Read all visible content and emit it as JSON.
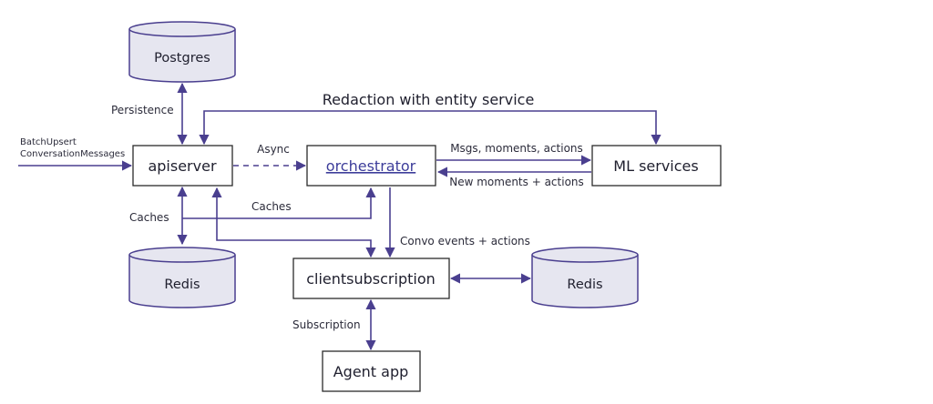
{
  "colors": {
    "line": "#4a3f8f",
    "box_stroke": "#2b2b2b",
    "db_fill": "#e6e6f0",
    "db_stroke": "#4a3f8f",
    "link": "#3d3d9a"
  },
  "nodes": {
    "postgres": "Postgres",
    "apiserver": "apiserver",
    "orchestrator": "orchestrator",
    "ml_services": "ML services",
    "redis_left": "Redis",
    "redis_right": "Redis",
    "clientsubscription": "clientsubscription",
    "agent_app": "Agent app"
  },
  "edge_labels": {
    "persistence": "Persistence",
    "redaction": "Redaction with entity service",
    "batch_line1": "BatchUpsert",
    "batch_line2": "ConversationMessages",
    "async": "Async",
    "msgs": "Msgs, moments, actions",
    "new_moments": "New moments + actions",
    "caches_left": "Caches",
    "caches_mid": "Caches",
    "convo_events": "Convo events + actions",
    "subscription": "Subscription"
  }
}
